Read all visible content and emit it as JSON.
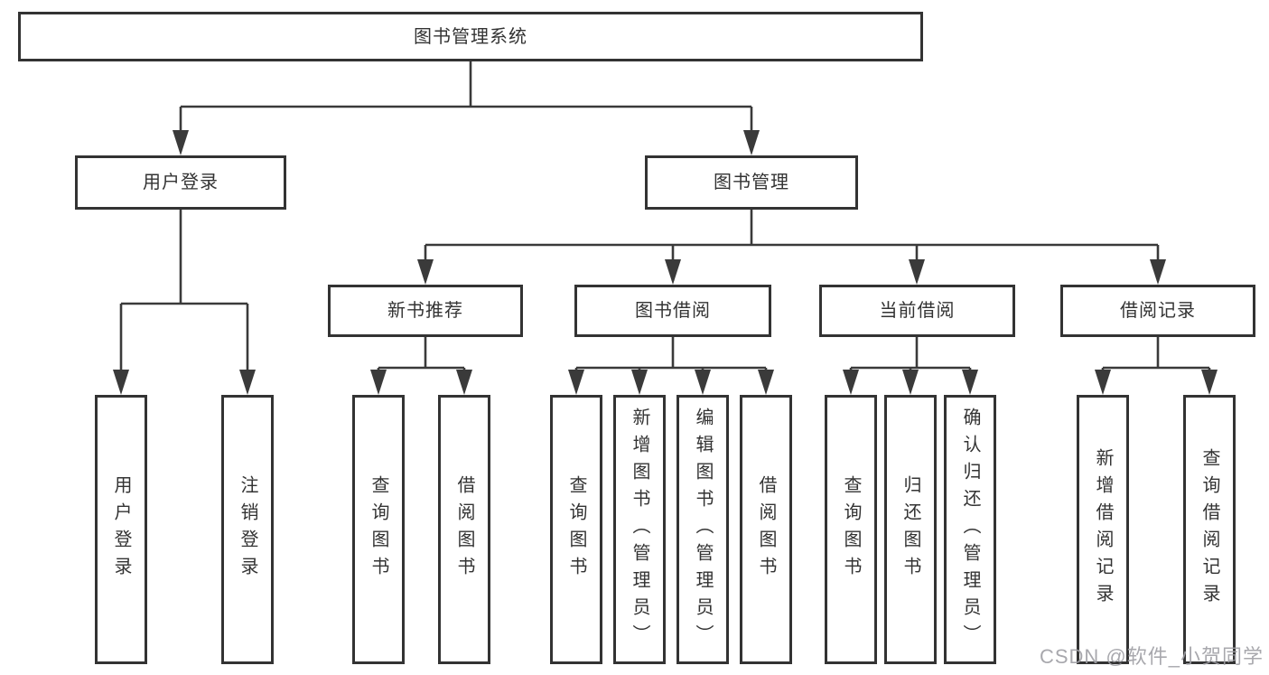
{
  "colors": {
    "line": "#3a3a3a",
    "box_border": "#333333",
    "text": "#333333",
    "background": "#ffffff",
    "watermark": "#9e9ea4"
  },
  "tree": {
    "root": {
      "label": "图书管理系统"
    },
    "children": [
      {
        "label": "用户登录",
        "children": [
          {
            "label": "用户登录"
          },
          {
            "label": "注销登录"
          }
        ]
      },
      {
        "label": "图书管理",
        "children": [
          {
            "label": "新书推荐",
            "children": [
              {
                "label": "查询图书"
              },
              {
                "label": "借阅图书"
              }
            ]
          },
          {
            "label": "图书借阅",
            "children": [
              {
                "label": "查询图书"
              },
              {
                "label": "新增图书（管理员）"
              },
              {
                "label": "编辑图书（管理员）"
              },
              {
                "label": "借阅图书"
              }
            ]
          },
          {
            "label": "当前借阅",
            "children": [
              {
                "label": "查询图书"
              },
              {
                "label": "归还图书"
              },
              {
                "label": "确认归还（管理员）"
              }
            ]
          },
          {
            "label": "借阅记录",
            "children": [
              {
                "label": "新增借阅记录"
              },
              {
                "label": "查询借阅记录"
              }
            ]
          }
        ]
      }
    ]
  },
  "watermark": {
    "text": "CSDN @软件_小贺同学"
  }
}
